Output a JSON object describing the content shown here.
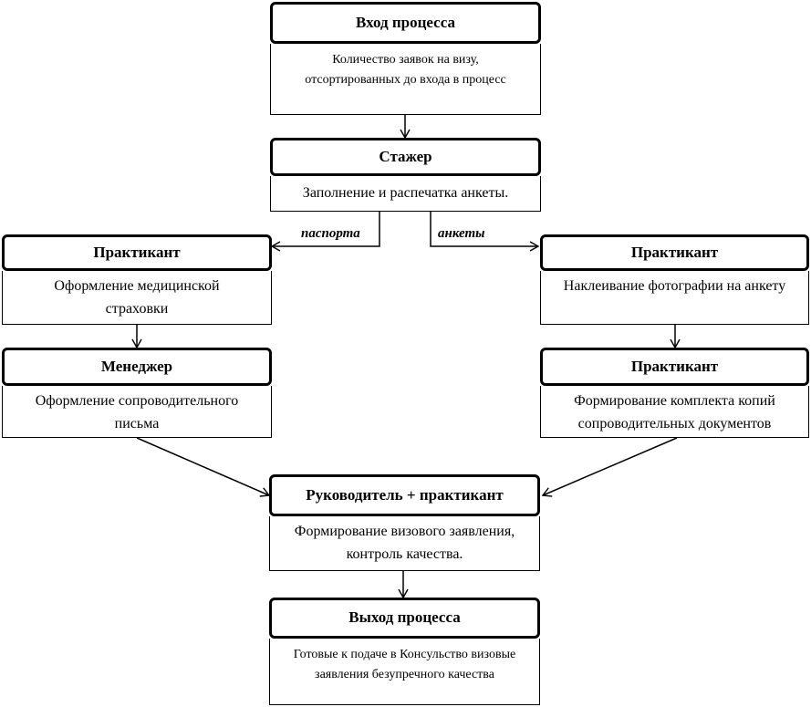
{
  "nodes": {
    "input": {
      "title": "Вход процесса",
      "text": "Количество заявок на визу, отсортированных до входа в процесс"
    },
    "trainee": {
      "title": "Стажер",
      "text": "Заполнение и распечатка анкеты."
    },
    "intern_left": {
      "title": "Практикант",
      "text": "Оформление медицинской страховки"
    },
    "manager": {
      "title": "Менеджер",
      "text": "Оформление сопроводительного письма"
    },
    "intern_right_1": {
      "title": "Практикант",
      "text": "Наклеивание фотографии на анкету"
    },
    "intern_right_2": {
      "title": "Практикант",
      "text": "Формирование комплекта копий сопроводительных документов"
    },
    "head_intern": {
      "title": "Руководитель + практикант",
      "text": "Формирование визового заявления, контроль качества."
    },
    "output": {
      "title": "Выход процесса",
      "text": "Готовые к подаче в Консульство визовые заявления безупречного качества"
    }
  },
  "edge_labels": {
    "left": "паспорта",
    "right": "анкеты"
  }
}
